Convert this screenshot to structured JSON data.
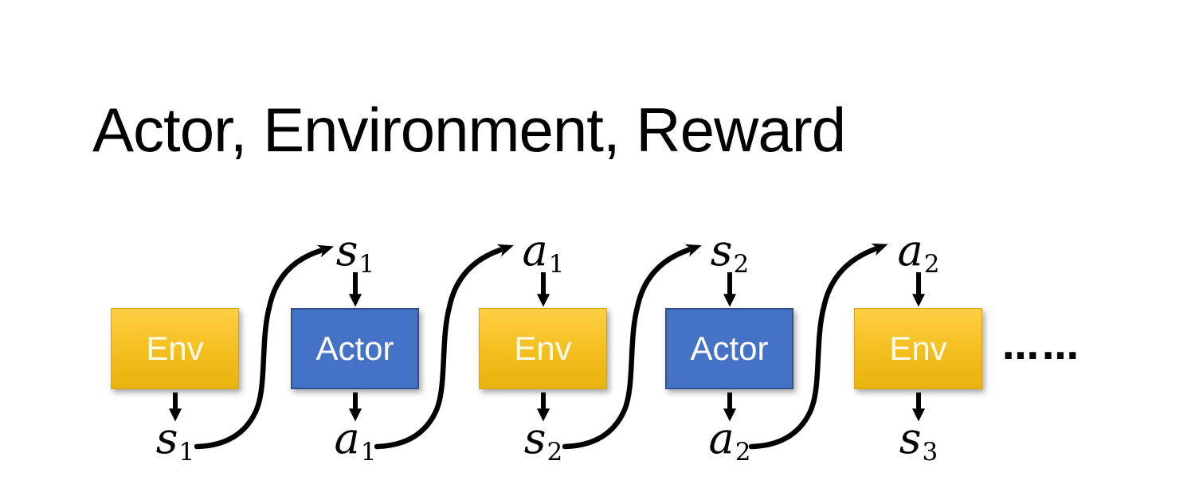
{
  "title": "Actor, Environment, Reward",
  "diagram": {
    "boxes": [
      {
        "label": "Env"
      },
      {
        "label": "Actor"
      },
      {
        "label": "Env"
      },
      {
        "label": "Actor"
      },
      {
        "label": "Env"
      }
    ],
    "top_labels": [
      {
        "base": "s",
        "sub": "1"
      },
      {
        "base": "a",
        "sub": "1"
      },
      {
        "base": "s",
        "sub": "2"
      },
      {
        "base": "a",
        "sub": "2"
      }
    ],
    "bottom_labels": [
      {
        "base": "s",
        "sub": "1"
      },
      {
        "base": "a",
        "sub": "1"
      },
      {
        "base": "s",
        "sub": "2"
      },
      {
        "base": "a",
        "sub": "2"
      },
      {
        "base": "s",
        "sub": "3"
      }
    ],
    "ellipsis": "……"
  },
  "colors": {
    "env_gradient_top": "#FFCF45",
    "env_gradient_bottom": "#E9B30D",
    "env_border": "#D9A512",
    "actor_fill": "#4472C4",
    "actor_border": "#2F528F",
    "env_text": "#FFFBEA",
    "actor_text": "#FFFFFF",
    "arrow": "#000000",
    "title_text": "#000000"
  }
}
